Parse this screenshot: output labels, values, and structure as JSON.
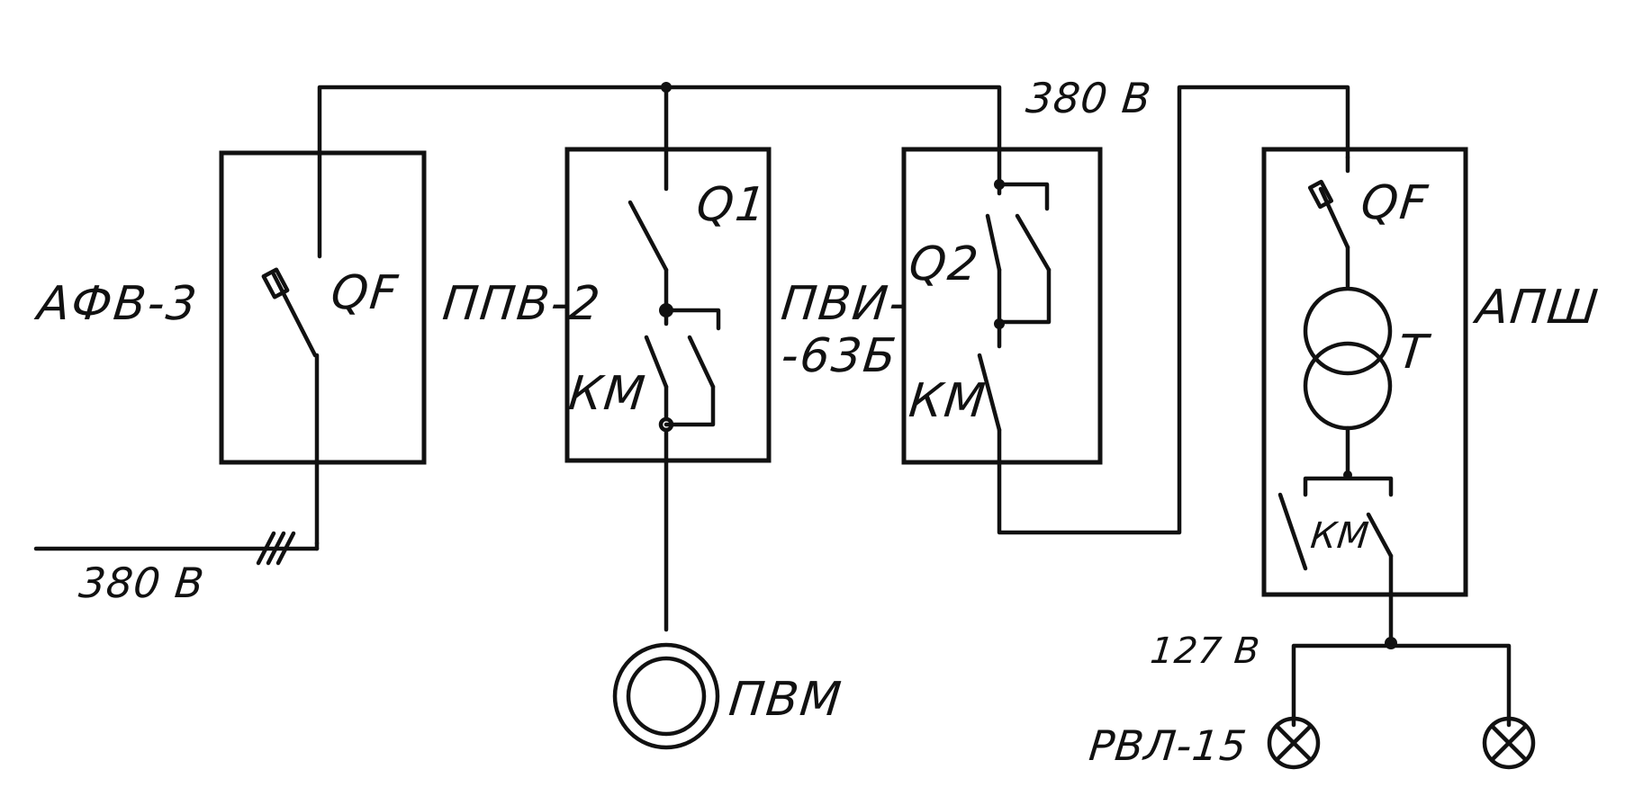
{
  "voltages": {
    "bus": "380 В",
    "feed": "380 В",
    "lighting": "127 В"
  },
  "units": {
    "afv": {
      "name": "АФВ-3",
      "breaker": "QF"
    },
    "ppv": {
      "name": "ППВ-2",
      "switch": "Q1",
      "contactor": "КМ"
    },
    "pvi": {
      "name_line1": "ПВИ-",
      "name_line2": "-63Б",
      "switch": "Q2",
      "contactor": "КМ"
    },
    "apsh": {
      "name": "АПШ",
      "breaker": "QF",
      "transformer": "T",
      "contactor": "КМ"
    }
  },
  "loads": {
    "motor": "ПВМ",
    "lamp": "РВЛ-15"
  }
}
